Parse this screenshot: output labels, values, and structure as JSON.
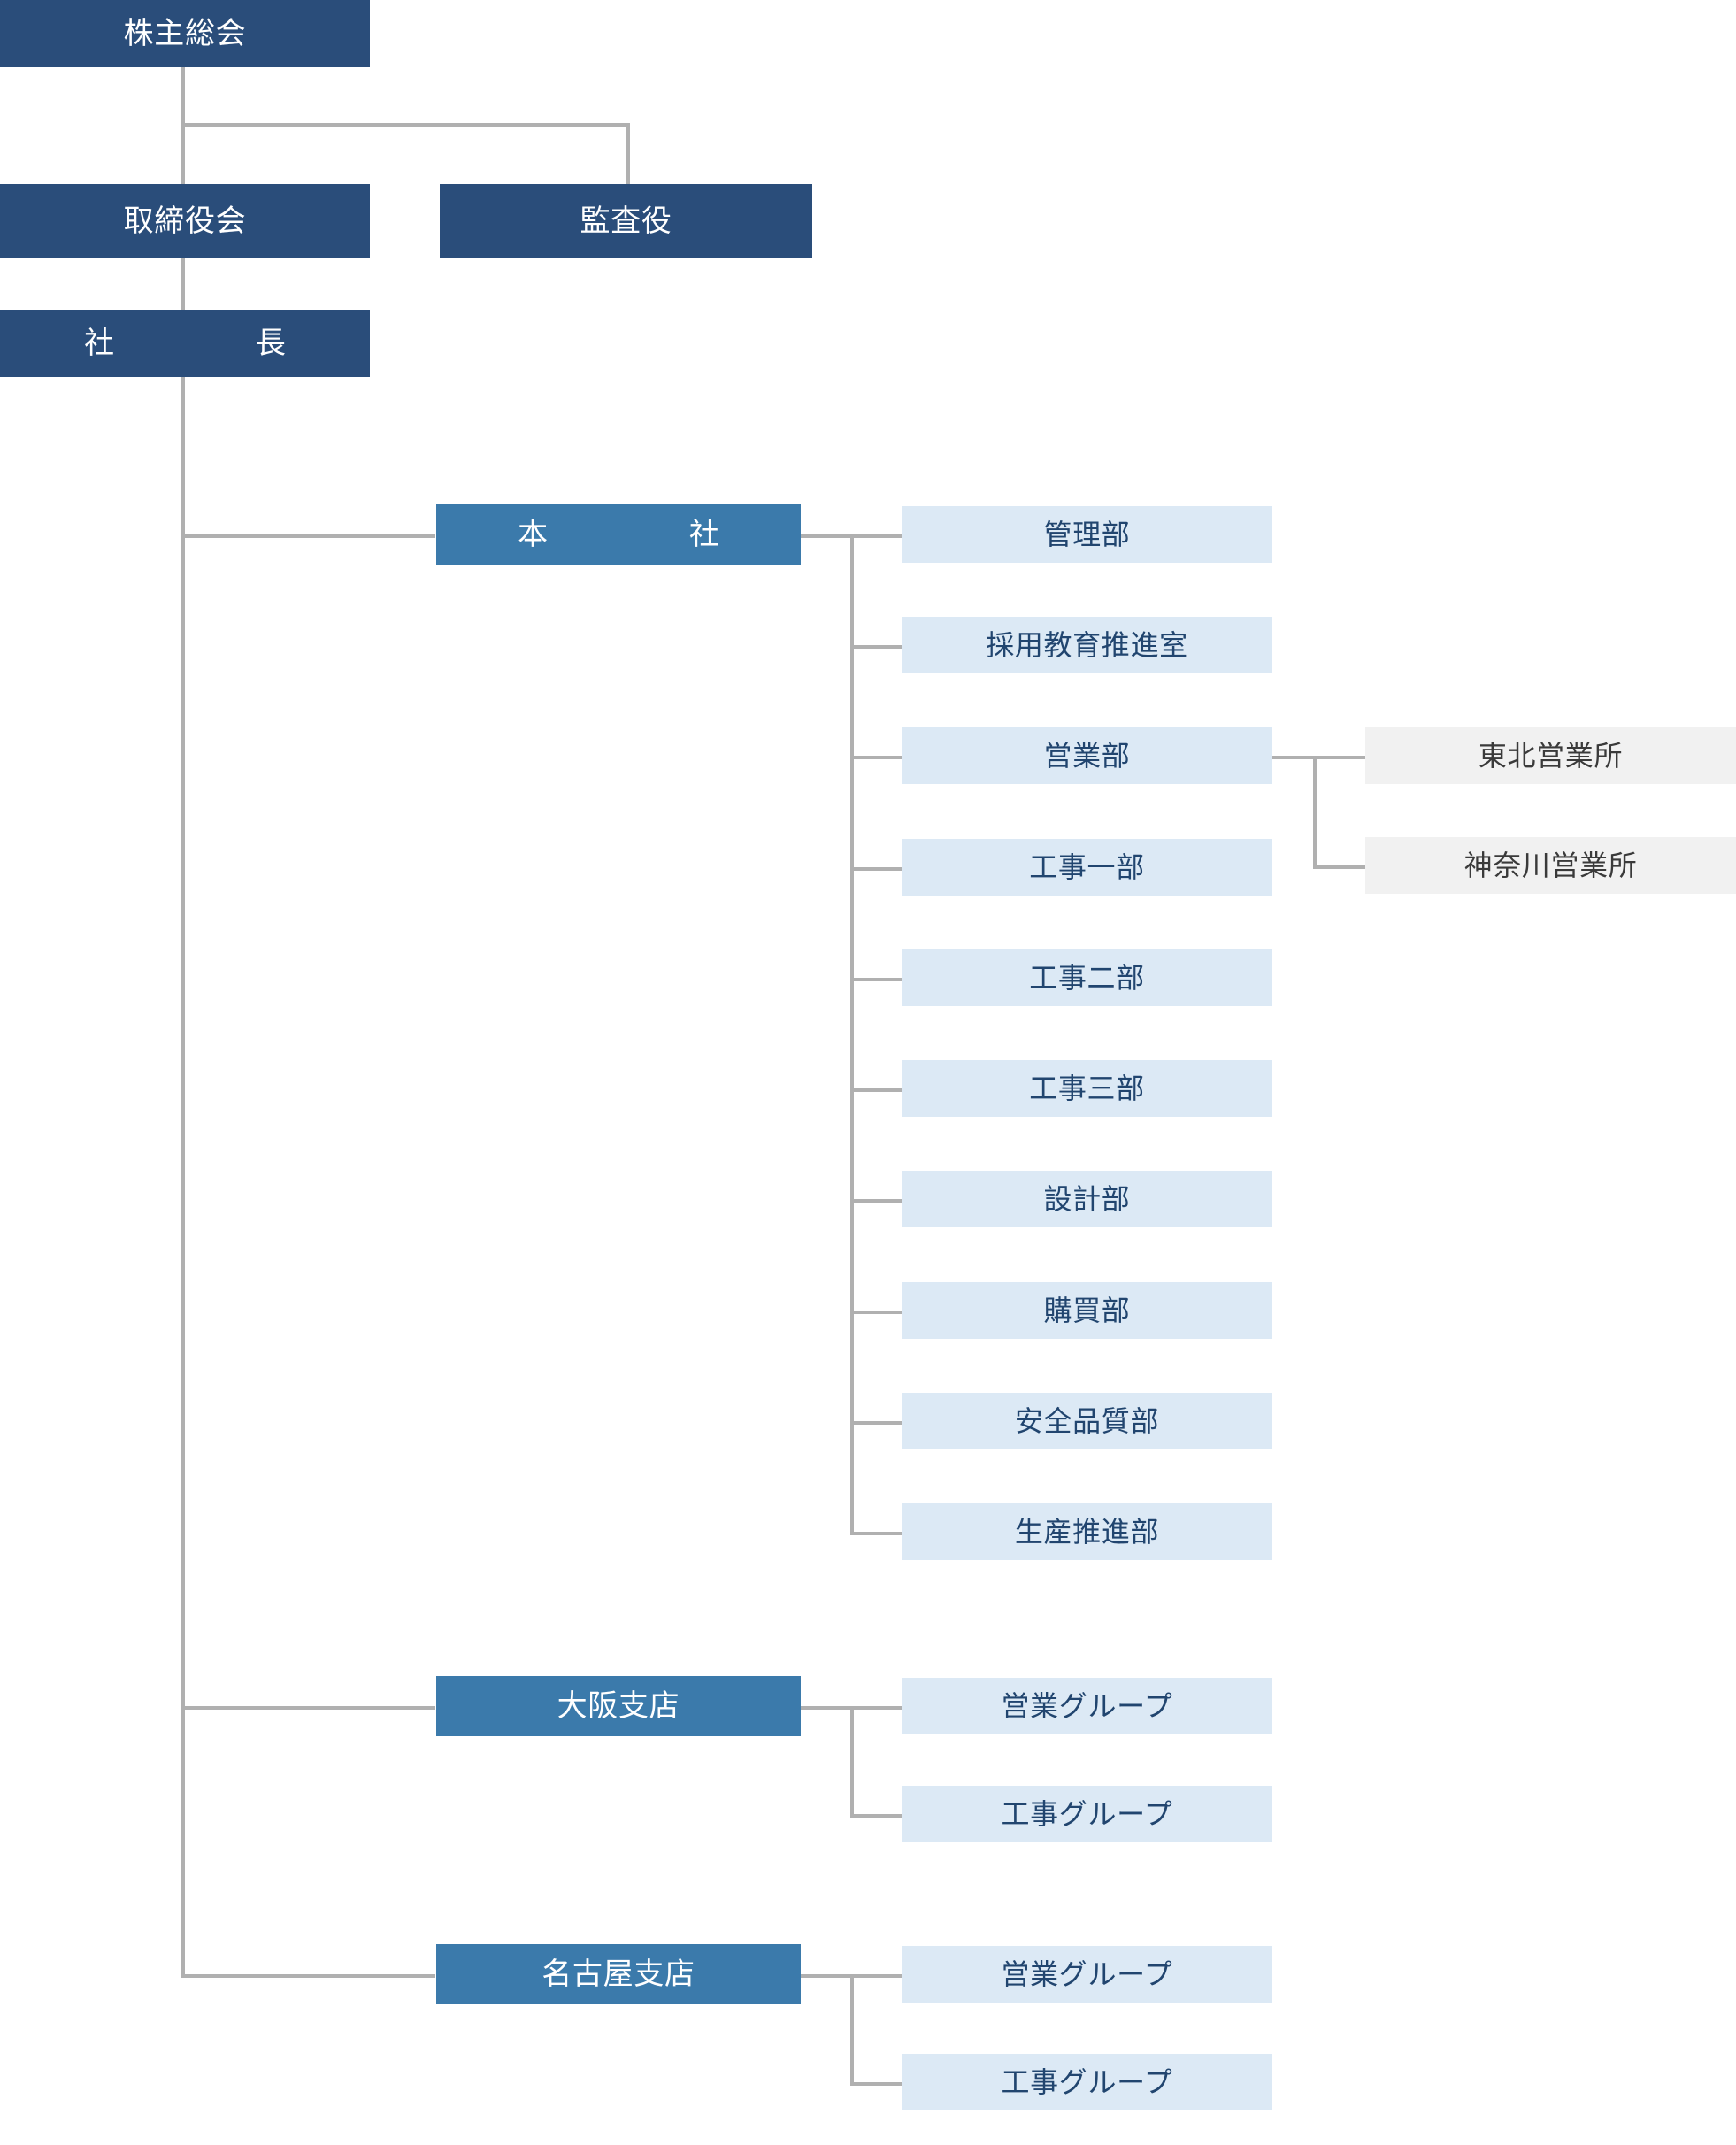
{
  "colors": {
    "top_box_bg": "#2a4d7a",
    "division_box_bg": "#3b7aab",
    "department_box_bg": "#dce9f5",
    "department_text": "#21456f",
    "office_box_bg": "#f1f1f1",
    "office_text": "#3a3a3a",
    "connector_line": "#b0b0b0",
    "page_bg": "#ffffff"
  },
  "governance": {
    "shareholders_meeting": "株主総会",
    "board_of_directors": "取締役会",
    "auditor": "監査役",
    "president": "社　　長"
  },
  "divisions": [
    {
      "label": "本　　社",
      "departments": [
        {
          "label": "管理部",
          "offices": []
        },
        {
          "label": "採用教育推進室",
          "offices": []
        },
        {
          "label": "営業部",
          "offices": [
            "東北営業所",
            "神奈川営業所"
          ]
        },
        {
          "label": "工事一部",
          "offices": []
        },
        {
          "label": "工事二部",
          "offices": []
        },
        {
          "label": "工事三部",
          "offices": []
        },
        {
          "label": "設計部",
          "offices": []
        },
        {
          "label": "購買部",
          "offices": []
        },
        {
          "label": "安全品質部",
          "offices": []
        },
        {
          "label": "生産推進部",
          "offices": []
        }
      ]
    },
    {
      "label": "大阪支店",
      "departments": [
        {
          "label": "営業グループ",
          "offices": []
        },
        {
          "label": "工事グループ",
          "offices": []
        }
      ]
    },
    {
      "label": "名古屋支店",
      "departments": [
        {
          "label": "営業グループ",
          "offices": []
        },
        {
          "label": "工事グループ",
          "offices": []
        }
      ]
    }
  ],
  "offices": {
    "tohoku": "東北営業所",
    "kanagawa": "神奈川営業所"
  }
}
